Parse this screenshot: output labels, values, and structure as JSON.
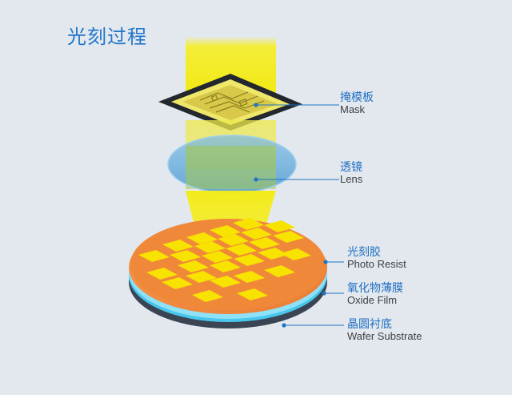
{
  "title": "光刻过程",
  "labels": {
    "mask": {
      "zh": "掩模板",
      "en": "Mask"
    },
    "lens": {
      "zh": "透镜",
      "en": "Lens"
    },
    "photoresist": {
      "zh": "光刻胶",
      "en": "Photo Resist"
    },
    "oxide": {
      "zh": "氧化物薄膜",
      "en": "Oxide Film"
    },
    "wafer": {
      "zh": "晶圆衬底",
      "en": "Wafer Substrate"
    }
  },
  "colors": {
    "background": "#e3e8ee",
    "title": "#2276c9",
    "light_beam": "#f3e800",
    "mask_frame": "#23272e",
    "lens": "#5aa6d8",
    "photoresist": "#f08a3e",
    "oxide_film": "#48c6ec",
    "substrate": "#3a4452",
    "leader_line": "#1f74c4"
  }
}
